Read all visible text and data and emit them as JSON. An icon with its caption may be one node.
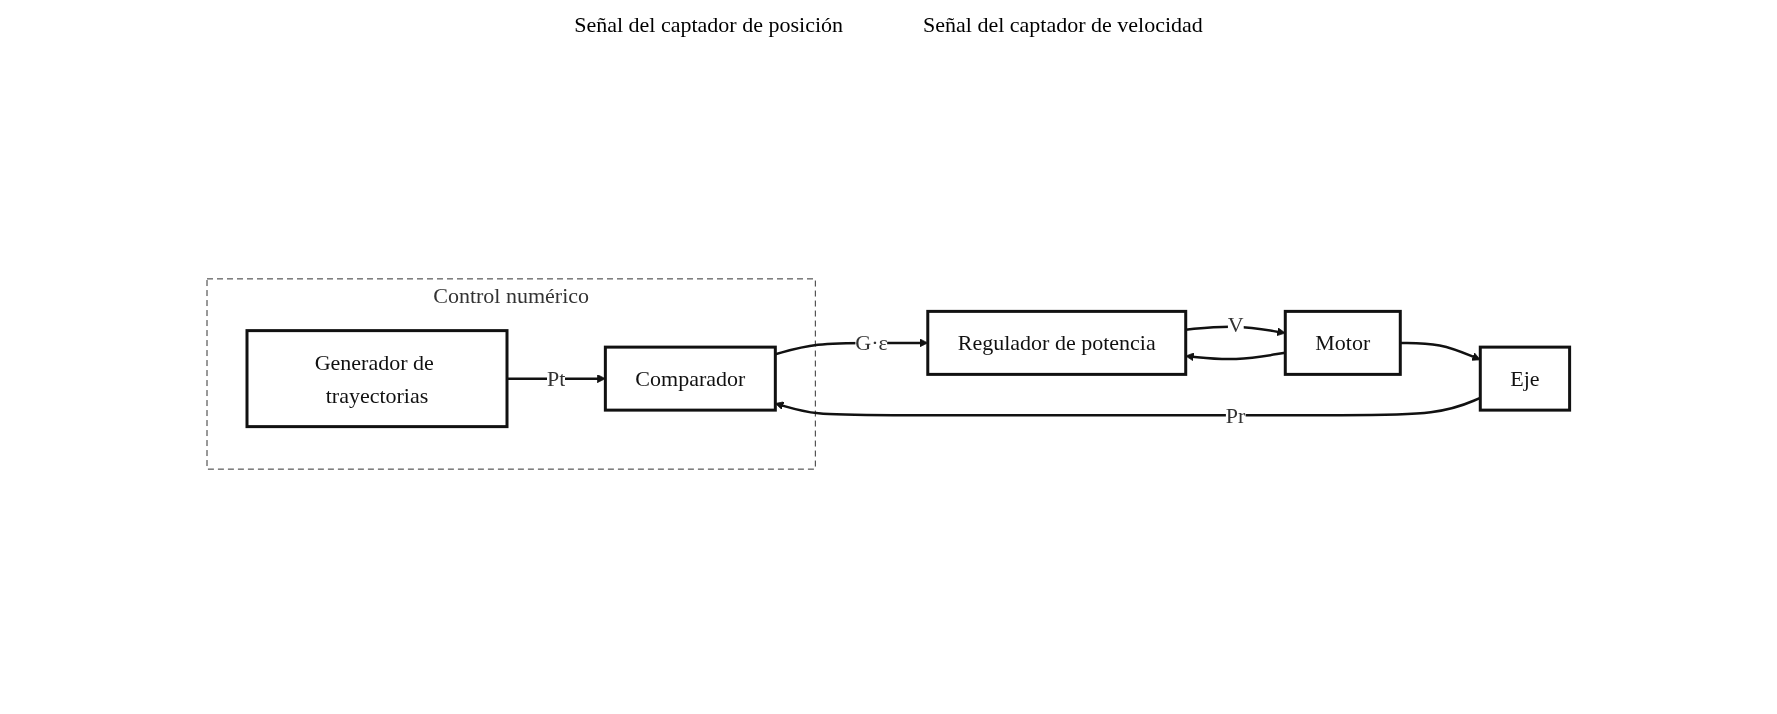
{
  "diagram": {
    "nodes": [
      {
        "text": [
          "Control numérico"
        ]
      },
      {
        "text": [
          "Generador de trayectorias"
        ],
        "in": 0
      },
      {
        "text": [
          "Comparador"
        ],
        "in": 0
      },
      {
        "text": [
          "Regulador de potencia"
        ]
      },
      {
        "text": [
          "Motor"
        ]
      },
      {
        "text": [
          "Eje"
        ]
      }
    ],
    "edges": [
      {
        "from": 1,
        "to": 2,
        "label": "Pt",
        "arrow": "to"
      },
      {
        "from": 5,
        "to": 2,
        "label": "Pr",
        "arrow": "to"
      },
      {
        "from": 2,
        "to": 3,
        "label": "G·ε",
        "arrow": "to"
      },
      {
        "from": 3,
        "to": 4,
        "label": "V",
        "arrow": "to"
      },
      {
        "from": 4,
        "to": 5,
        "arrow": "to"
      },
      {
        "from": 4,
        "to": 3,
        "arrow": "to"
      }
    ],
    "labels": [
      "Señal del captador de posición",
      "Señal del captador de velocidad"
    ]
  }
}
